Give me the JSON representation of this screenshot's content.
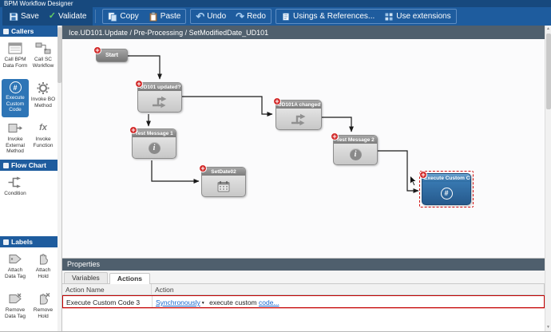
{
  "window": {
    "title": "BPM Workflow Designer"
  },
  "toolbar": {
    "save": "Save",
    "validate": "Validate",
    "copy": "Copy",
    "paste": "Paste",
    "undo": "Undo",
    "redo": "Redo",
    "usings": "Usings & References...",
    "extensions": "Use extensions"
  },
  "sidebar": {
    "sections": [
      {
        "title": "Callers",
        "items": [
          {
            "label": "Call BPM Data Form",
            "icon": "form-icon"
          },
          {
            "label": "Call SC Workflow",
            "icon": "workflow-icon"
          },
          {
            "label": "Execute Custom Code",
            "icon": "hash-icon",
            "selected": true
          },
          {
            "label": "Invoke BO Method",
            "icon": "gear-icon"
          },
          {
            "label": "Invoke External Method",
            "icon": "external-method-icon"
          },
          {
            "label": "Invoke Function",
            "icon": "function-icon"
          }
        ]
      },
      {
        "title": "Flow Chart",
        "items": [
          {
            "label": "Condition",
            "icon": "condition-icon"
          }
        ]
      },
      {
        "title": "Labels",
        "items": [
          {
            "label": "Attach Data Tag",
            "icon": "tag-icon"
          },
          {
            "label": "Attach Hold",
            "icon": "hold-icon"
          },
          {
            "label": "Remove Data Tag",
            "icon": "remove-tag-icon"
          },
          {
            "label": "Remove Hold",
            "icon": "remove-hold-icon"
          }
        ]
      }
    ]
  },
  "canvas": {
    "breadcrumb": "Ice.UD101.Update / Pre-Processing / SetModifiedDate_UD101",
    "nodes": [
      {
        "label": "Start",
        "icon": "start-node"
      },
      {
        "label": "UD101 updated?",
        "icon": "condition-icon"
      },
      {
        "label": "Test Message 1",
        "icon": "message-icon"
      },
      {
        "label": "SetDate02",
        "icon": "calendar-icon"
      },
      {
        "label": "UD101A changed?",
        "icon": "condition-icon"
      },
      {
        "label": "Test Message 2",
        "icon": "message-icon"
      },
      {
        "label": "Execute Custom Co...",
        "icon": "hash-icon",
        "selected": true
      }
    ],
    "edges": [
      {
        "from": "Start",
        "to": "UD101 updated?"
      },
      {
        "from": "UD101 updated?",
        "to": "Test Message 1"
      },
      {
        "from": "UD101 updated?",
        "to": "UD101A changed?"
      },
      {
        "from": "Test Message 1",
        "to": "SetDate02"
      },
      {
        "from": "UD101A changed?",
        "to": "Test Message 2"
      },
      {
        "from": "Test Message 2",
        "to": "Execute Custom Co..."
      }
    ]
  },
  "properties": {
    "header": "Properties",
    "tabs": [
      {
        "label": "Variables"
      },
      {
        "label": "Actions",
        "active": true
      }
    ],
    "columns": [
      "Action Name",
      "Action"
    ],
    "row": {
      "name": "Execute Custom Code 3",
      "mode": "Synchronously",
      "action_text": "execute custom",
      "action_link": "code..."
    }
  }
}
